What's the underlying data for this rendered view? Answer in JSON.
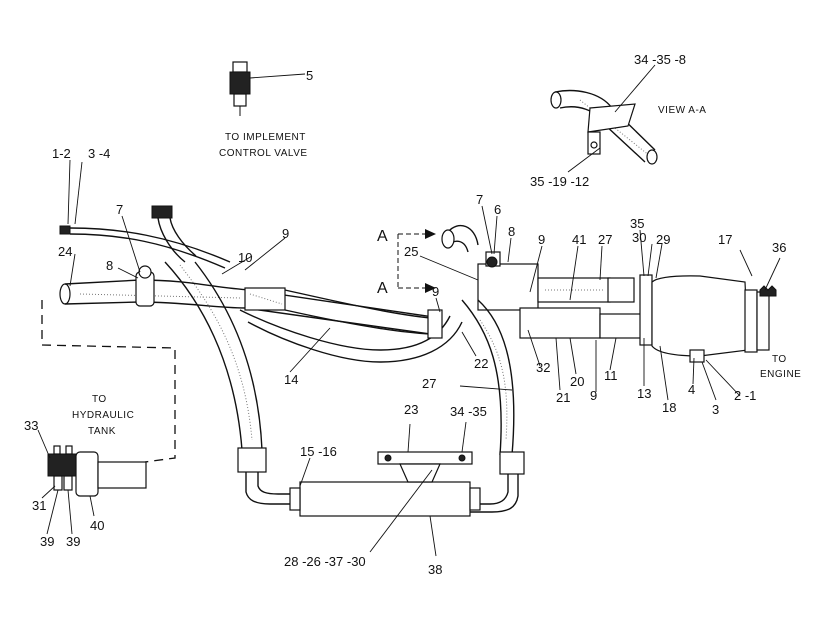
{
  "notes": {
    "implement_line1": "TO IMPLEMENT",
    "implement_line2": "CONTROL VALVE",
    "tank_line1": "TO",
    "tank_line2": "HYDRAULIC",
    "tank_line3": "TANK",
    "engine_line1": "TO",
    "engine_line2": "ENGINE",
    "view_title": "VIEW A-A"
  },
  "section_marks": [
    "A",
    "A"
  ],
  "callouts": [
    "5",
    "34 -35 -8",
    "35 -19 -12",
    "1-2",
    "3 -4",
    "7",
    "9",
    "10",
    "24",
    "8",
    "7",
    "6",
    "8",
    "25",
    "9",
    "41",
    "27",
    "35",
    "30",
    "29",
    "17",
    "36",
    "9",
    "14",
    "22",
    "32",
    "20",
    "21",
    "9",
    "11",
    "13",
    "18",
    "4",
    "3",
    "2 -1",
    "27",
    "23",
    "34 -35",
    "15 -16",
    "33",
    "31",
    "39",
    "39",
    "40",
    "28 -26 -37 -30",
    "38"
  ]
}
